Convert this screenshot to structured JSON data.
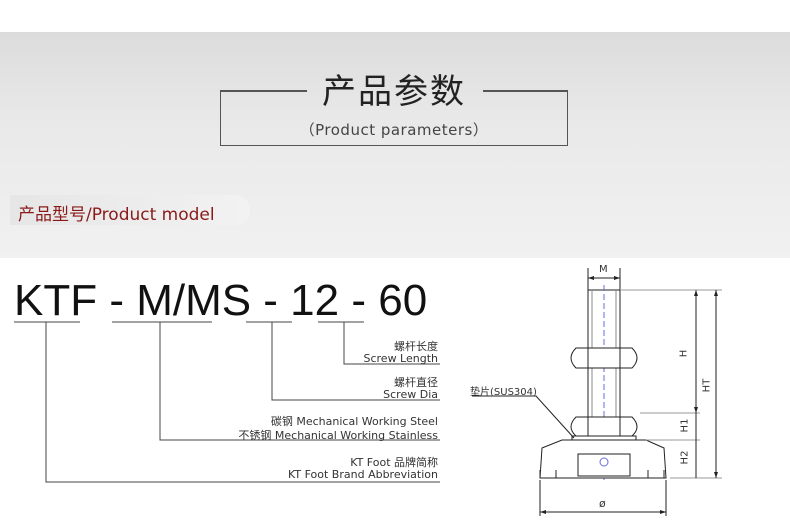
{
  "section_title": {
    "main": "产品参数",
    "sub": "（Product parameters）"
  },
  "tag": {
    "label": "产品型号/Product model"
  },
  "model_code": "KTF - M/MS - 12 - 60",
  "labels": {
    "screw_length_cn": "螺杆长度",
    "screw_length_en": "Screw Length",
    "screw_dia_cn": "螺杆直径",
    "screw_dia_en": "Screw Dia",
    "carbon_steel": "碳钢 Mechanical Working Steel",
    "stainless": "不锈钢 Mechanical Working Stainless",
    "brand_cn": "KT Foot 品牌简称",
    "brand_en": "KT Foot Brand Abbreviation"
  },
  "diagram": {
    "m": "M",
    "h": "H",
    "ht": "HT",
    "h1": "H1",
    "h2": "H2",
    "diameter": "ø",
    "washer": "垫片(SUS304)"
  }
}
